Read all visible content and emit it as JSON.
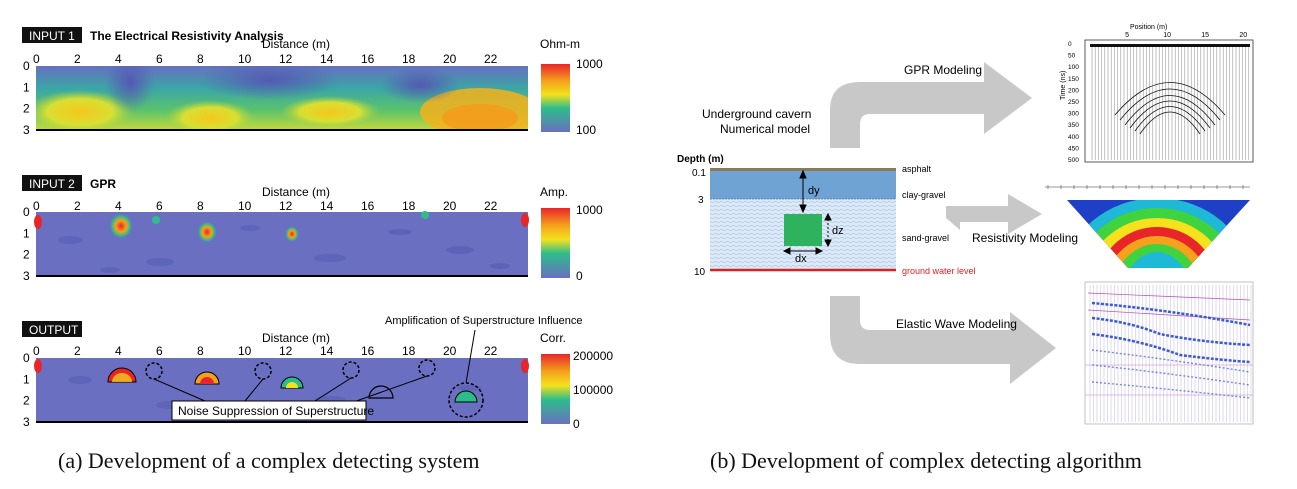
{
  "panel_a": {
    "caption": "(a) Development of a complex detecting system",
    "distance_label": "Distance (m)",
    "x_ticks": [
      "0",
      "2",
      "4",
      "6",
      "8",
      "10",
      "12",
      "14",
      "16",
      "18",
      "20",
      "22"
    ],
    "y_ticks": [
      "0",
      "1",
      "2",
      "3"
    ],
    "inputs": [
      {
        "tag": "INPUT 1",
        "title": "The Electrical Resistivity Analysis",
        "unit": "Ohm-m",
        "scale_max": "1000",
        "scale_min": "100"
      },
      {
        "tag": "INPUT 2",
        "title": "GPR",
        "unit": "Amp.",
        "scale_max": "1000",
        "scale_min": "0"
      },
      {
        "tag": "OUTPUT",
        "title": "",
        "unit": "Corr.",
        "scale_max": "200000",
        "scale_mid": "100000",
        "scale_min": "0"
      }
    ],
    "annotation_amplification": "Amplification of Superstructure Influence",
    "annotation_noise": "Noise Suppression of Superstructure",
    "colors": {
      "low": "#6a6fc1",
      "mid": "#2dbd8b",
      "high": "#e8262a",
      "yellow": "#f5e11c"
    }
  },
  "panel_b": {
    "caption": "(b) Development of complex detecting algorithm",
    "model_title_1": "Underground cavern",
    "model_title_2": "Numerical model",
    "gpr_label": "GPR Modeling",
    "resistivity_label": "Resistivity Modeling",
    "elastic_label": "Elastic Wave Modeling",
    "depth_label": "Depth (m)",
    "depth_ticks": [
      "0.1",
      "3",
      "10"
    ],
    "layers": [
      "asphalt",
      "clay-gravel",
      "sand-gravel",
      "ground water level"
    ],
    "dims": [
      "dy",
      "dz",
      "dx"
    ],
    "gpr_plot": {
      "x_title": "Position (m)",
      "y_title": "Time (ns)",
      "x_ticks": [
        "5",
        "10",
        "15",
        "20"
      ],
      "y_ticks": [
        "0",
        "50",
        "100",
        "150",
        "200",
        "250",
        "300",
        "350",
        "400",
        "450",
        "500"
      ]
    },
    "colors": {
      "arrow": "#c8c8c8",
      "clay": "#6ea3d3",
      "sand": "#dde9f6",
      "cavern": "#2fb25e",
      "water": "#e02020"
    }
  }
}
